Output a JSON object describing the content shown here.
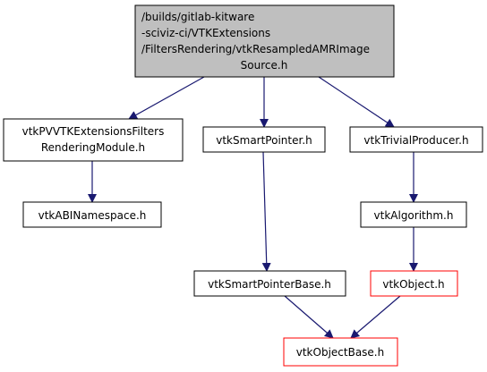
{
  "graph": {
    "root": {
      "lines": [
        "/builds/gitlab-kitware",
        "-sciviz-ci/VTKExtensions",
        "/FiltersRendering/vtkResampledAMRImage",
        "Source.h"
      ]
    },
    "nodes": {
      "module": {
        "lines": [
          "vtkPVVTKExtensionsFilters",
          "RenderingModule.h"
        ]
      },
      "abi": {
        "lines": [
          "vtkABINamespace.h"
        ]
      },
      "smartptr": {
        "lines": [
          "vtkSmartPointer.h"
        ]
      },
      "smartptrbase": {
        "lines": [
          "vtkSmartPointerBase.h"
        ]
      },
      "trivial": {
        "lines": [
          "vtkTrivialProducer.h"
        ]
      },
      "algorithm": {
        "lines": [
          "vtkAlgorithm.h"
        ]
      },
      "object": {
        "lines": [
          "vtkObject.h"
        ]
      },
      "objectbase": {
        "lines": [
          "vtkObjectBase.h"
        ]
      }
    },
    "colors": {
      "root_fill": "#bfbfbf",
      "node_border": "#000000",
      "highlight_border": "#ff0000",
      "edge": "#191970"
    }
  }
}
